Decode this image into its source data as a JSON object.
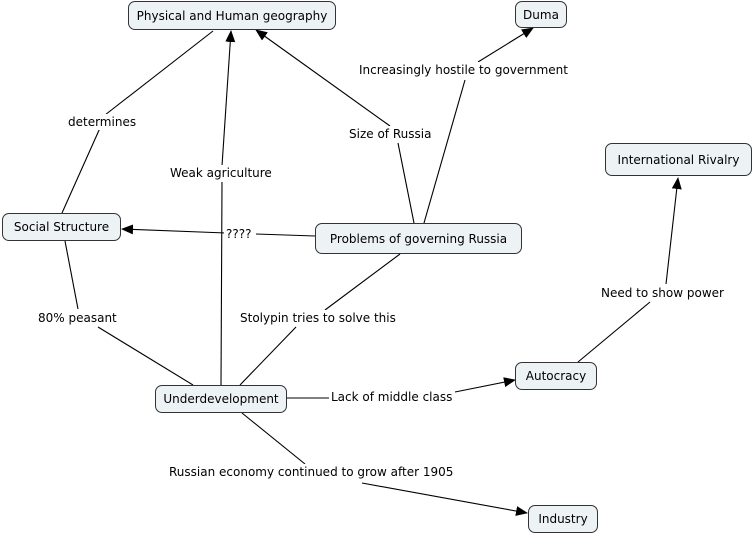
{
  "nodes": {
    "physical_human_geography": "Physical and Human geography",
    "duma": "Duma",
    "international_rivalry": "International Rivalry",
    "social_structure": "Social Structure",
    "problems_governing_russia": "Problems of governing Russia",
    "autocracy": "Autocracy",
    "underdevelopment": "Underdevelopment",
    "industry": "Industry"
  },
  "links": {
    "determines": "determines",
    "weak_agriculture": "Weak agriculture",
    "size_of_russia": "Size of Russia",
    "increasingly_hostile": "Increasingly hostile to government",
    "question_marks": "????",
    "need_to_show_power": "Need to show power",
    "eighty_percent_peasant": "80% peasant",
    "stolypin": "Stolypin tries to solve this",
    "lack_of_middle_class": "Lack of middle class",
    "russian_economy": "Russian economy continued to grow after 1905"
  },
  "colors": {
    "node_fill": "#edf3f5",
    "node_border": "#333333",
    "line": "#000000"
  }
}
